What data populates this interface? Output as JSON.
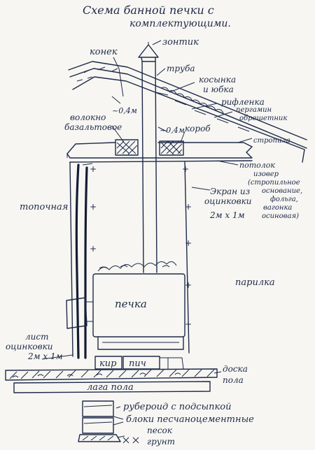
{
  "title_line1": "Схема банной печки с",
  "title_line2": "комплектующими.",
  "labels": {
    "umbrella": "зонтик",
    "ridge": "конек",
    "pipe": "труба",
    "kerchief_skirt_1": "косынка",
    "kerchief_skirt_2": "и юбка",
    "corrugated": "рифленка",
    "pergamin_1": "пергамин",
    "pergamin_2": "обрешетник",
    "rafters": "стропила",
    "gap_1": "~0,4м",
    "gap_2": "~0,4м",
    "fiber_1": "волокно",
    "fiber_2": "базальтовое",
    "box": "короб",
    "ceiling_1": "потолок",
    "ceiling_2": "изовер",
    "ceiling_3": "(стропильное",
    "ceiling_4": "основание,",
    "ceiling_5": "фольга,",
    "ceiling_6": "вагонка",
    "ceiling_7": "осиновая)",
    "screen_1": "Экран из",
    "screen_2": "оцинковки",
    "screen_3": "2м х 1м",
    "firing_room": "топочная",
    "steam_room": "парилка",
    "stove": "печка",
    "sheet_1": "лист",
    "sheet_2": "оцинковки",
    "sheet_3": "2м х 1м",
    "brick_1": "кир",
    "brick_2": "пич",
    "floor_board_1": "доска",
    "floor_board_2": "пола",
    "floor_joist": "лага пола",
    "ruberoid": "рубероид с подсыпкой",
    "blocks": "блоки песчаноцементные",
    "sand": "песок",
    "ground": "грунт"
  }
}
